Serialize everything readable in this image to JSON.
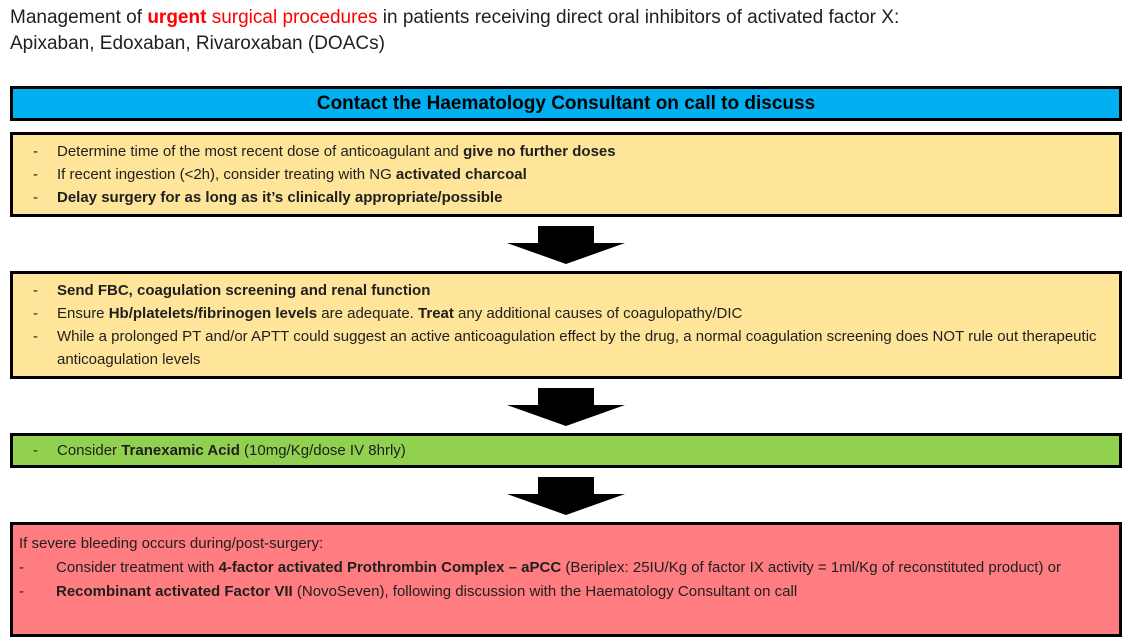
{
  "bullet_marker": "-",
  "colors": {
    "banner_blue": "#00B0F0",
    "step_yellow": "#FFE599",
    "step_green": "#92D050",
    "step_red": "#FF7C80",
    "title_red": "#FF0000",
    "border_black": "#000000",
    "arrow_black": "#000000"
  },
  "title": {
    "line1": [
      {
        "t": "Management of "
      },
      {
        "t": "urgent",
        "b": true,
        "c": "#FF0000"
      },
      {
        "t": " surgical procedures ",
        "c": "#FF0000"
      },
      {
        "t": "in patients receiving direct oral inhibitors of activated factor X:"
      }
    ],
    "line2": [
      {
        "t": "Apixaban, Edoxaban, Rivaroxaban (DOACs)"
      }
    ]
  },
  "contact_banner": {
    "label": "Contact the Haematology Consultant on call to discuss"
  },
  "step_initial": {
    "bullets": [
      [
        {
          "t": "Determine time of the most recent dose of anticoagulant and "
        },
        {
          "t": "give no further doses",
          "b": true
        }
      ],
      [
        {
          "t": "If recent ingestion (<2h), consider treating with NG "
        },
        {
          "t": "activated charcoal",
          "b": true
        }
      ],
      [
        {
          "t": "Delay surgery for as long as it’s clinically appropriate/possible",
          "b": true
        }
      ]
    ]
  },
  "step_labs": {
    "bullets": [
      [
        {
          "t": "Send FBC, coagulation screening and renal function",
          "b": true
        }
      ],
      [
        {
          "t": "Ensure "
        },
        {
          "t": "Hb/platelets/fibrinogen levels",
          "b": true
        },
        {
          "t": " are adequate. "
        },
        {
          "t": "Treat",
          "b": true
        },
        {
          "t": " any additional causes of coagulopathy/DIC"
        }
      ],
      [
        {
          "t": "While a prolonged PT and/or APTT could suggest an active anticoagulation effect by the drug, a normal coagulation screening does NOT rule out therapeutic anticoagulation levels"
        }
      ]
    ]
  },
  "step_tranexamic": {
    "bullets": [
      [
        {
          "t": "Consider "
        },
        {
          "t": "Tranexamic Acid",
          "b": true
        },
        {
          "t": " (10mg/Kg/dose IV 8hrly)"
        }
      ]
    ]
  },
  "step_severe_bleeding": {
    "intro": [
      {
        "t": "If severe bleeding occurs during/post-surgery:"
      }
    ],
    "bullets": [
      [
        {
          "t": "Consider treatment with "
        },
        {
          "t": "4-factor activated Prothrombin Complex – aPCC",
          "b": true
        },
        {
          "t": " (Beriplex: 25IU/Kg of factor IX activity = 1ml/Kg of reconstituted product) or"
        }
      ],
      [
        {
          "t": "Recombinant activated Factor VII",
          "b": true
        },
        {
          "t": " (NovoSeven), following discussion with the Haematology Consultant on call"
        }
      ]
    ]
  }
}
